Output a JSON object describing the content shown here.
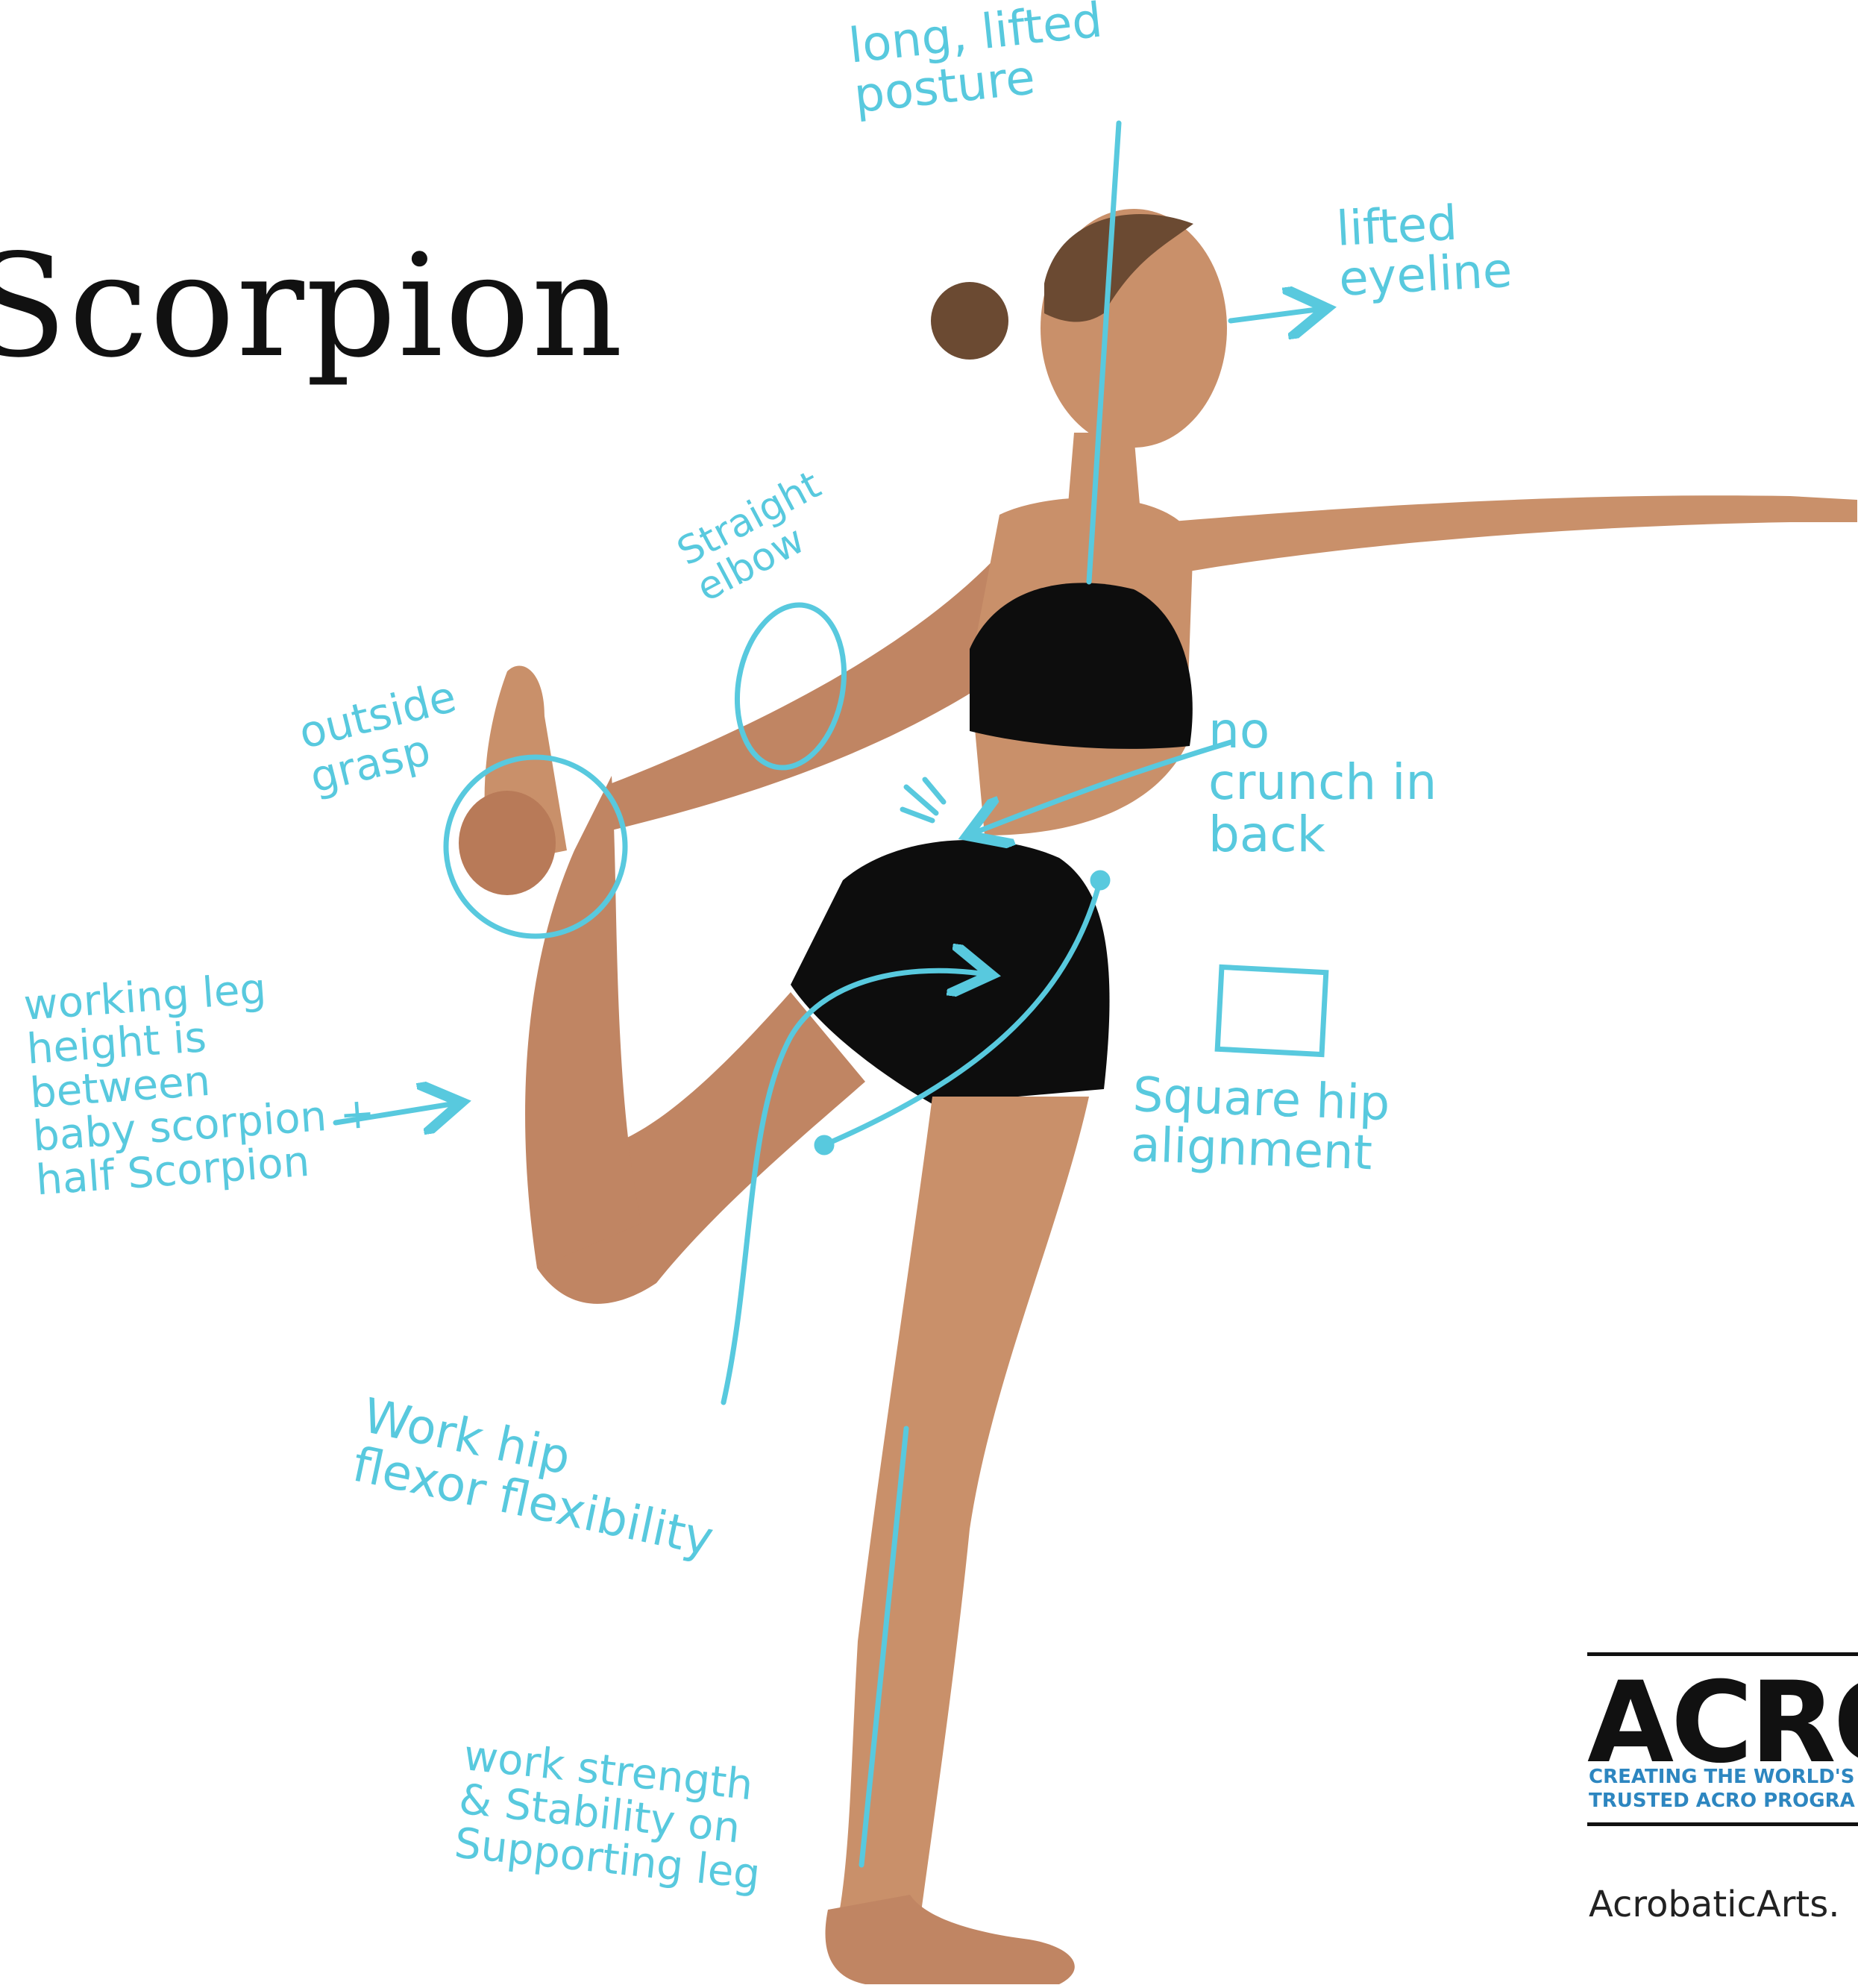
{
  "title": "Scorpion",
  "annotations": {
    "posture": "long, lifted\nposture",
    "eyeline": "lifted\neyeline",
    "elbow": "Straight\nelbow",
    "grasp": "outside\ngrasp",
    "back": "no\ncrunch in\nback",
    "leg_height": "working leg\nheight is\nbetween\nbaby scorpion +\nhalf Scorpion",
    "hip": "Square hip\nalignment",
    "hip_flexor": "Work hip\nflexor flexibility",
    "supporting": "work strength\n& Stability on\nSupporting leg"
  },
  "logo": {
    "brand": "ACRO",
    "tagline_line1": "CREATING THE WORLD'S",
    "tagline_line2": "TRUSTED ACRO PROGRA",
    "url": "AcrobaticArts."
  },
  "colors": {
    "annotation": "#58c9de",
    "skin": "#c9906a",
    "outfit": "#0d0d0d",
    "hair": "#6b4a32",
    "tagline": "#2d86c0"
  }
}
